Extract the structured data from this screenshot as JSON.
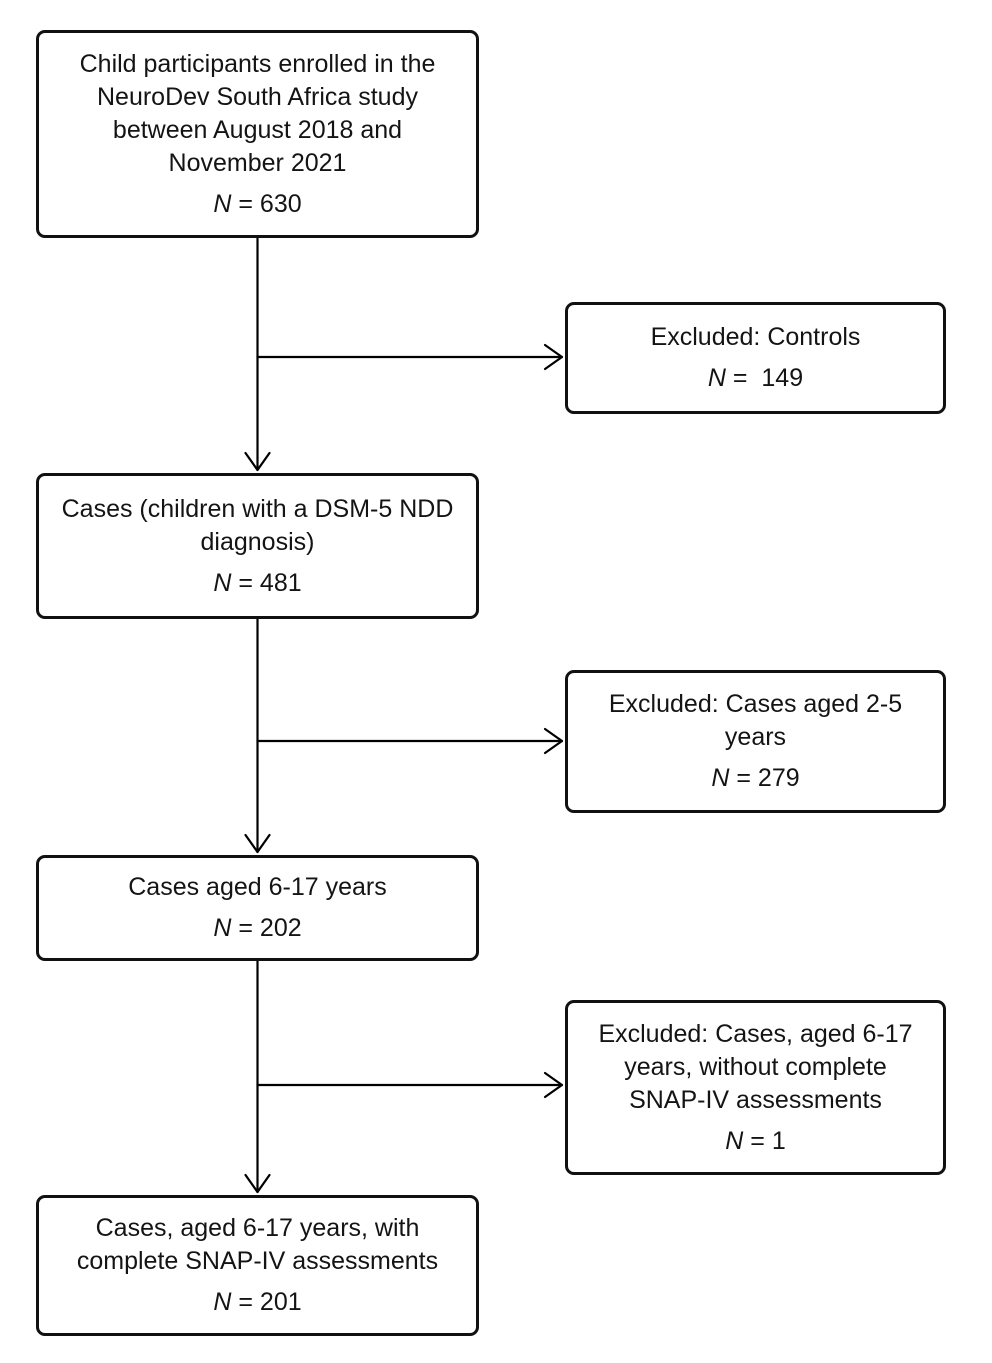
{
  "figure": {
    "type": "participant-flow-diagram",
    "background_color": "#ffffff",
    "line_color": "#000000",
    "box_border_color": "#111111"
  },
  "boxes": [
    {
      "id": "enrolled",
      "lines": [
        "Child participants enrolled in the",
        "NeuroDev South Africa study",
        "between August 2018 and",
        "November 2021"
      ],
      "n_symbol": "N",
      "n_rest": " = 630"
    },
    {
      "id": "excluded-controls",
      "lines": [
        "Excluded: Controls"
      ],
      "n_symbol": "N",
      "n_rest": " =  149"
    },
    {
      "id": "cases-ndd",
      "lines": [
        "Cases (children with a DSM-5 NDD",
        "diagnosis)"
      ],
      "n_symbol": "N",
      "n_rest": " = 481"
    },
    {
      "id": "excluded-aged-2-5",
      "lines": [
        "Excluded: Cases aged 2-5",
        "years"
      ],
      "n_symbol": "N",
      "n_rest": " = 279"
    },
    {
      "id": "cases-aged-6-17",
      "lines": [
        "Cases aged 6-17 years"
      ],
      "n_symbol": "N",
      "n_rest": " = 202"
    },
    {
      "id": "excluded-incomplete-snap",
      "lines": [
        "Excluded: Cases, aged 6-17",
        "years, without complete",
        "SNAP-IV assessments"
      ],
      "n_symbol": "N",
      "n_rest": " = 1"
    },
    {
      "id": "cases-complete-snap",
      "lines": [
        "Cases, aged 6-17 years, with",
        "complete SNAP-IV assessments"
      ],
      "n_symbol": "N",
      "n_rest": " = 201"
    }
  ]
}
